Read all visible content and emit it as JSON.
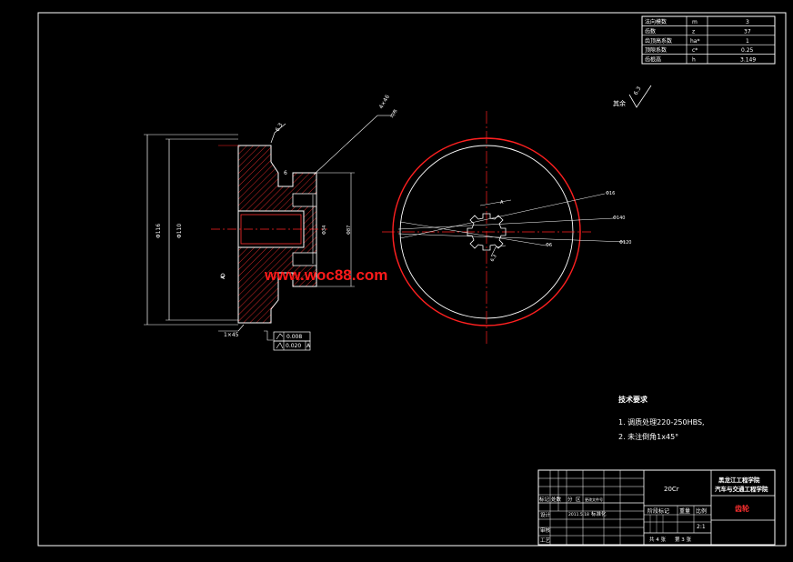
{
  "param_table": {
    "rows": [
      {
        "name": "法向模数",
        "symbol": "m",
        "value": "3"
      },
      {
        "name": "齿数",
        "symbol": "z",
        "value": "37"
      },
      {
        "name": "齿顶高系数",
        "symbol": "ha*",
        "value": "1"
      },
      {
        "name": "顶隙系数",
        "symbol": "c*",
        "value": "0.25"
      },
      {
        "name": "齿根高",
        "symbol": "h",
        "value": "3.149"
      }
    ]
  },
  "section_view": {
    "leader_callout": "4×46",
    "leader_callout_sub": "均布",
    "roughness_top": "6.3",
    "dim_outer": "Φ116",
    "dim_mid": "Φ110",
    "dim_bore": "Φ34",
    "dim_hub": "Φ87",
    "dim_small": "6",
    "chamfer": "1×45",
    "datum": "A",
    "tol_1": "0.008",
    "tol_2": "0.020",
    "tol_2_ref": "A"
  },
  "front_view": {
    "dim_1": "Φ16",
    "dim_2": "Φ140",
    "dim_3": "Φ6",
    "dim_4": "Φ120",
    "roughness_small": "6.3",
    "dim_a": "A"
  },
  "surface_note": {
    "label": "其余",
    "value": "6.3"
  },
  "watermark": "www.woc88.com",
  "tech_req": {
    "title": "技术要求",
    "items": [
      "1. 调质处理220-250HBS,",
      "2. 未注倒角1x45°"
    ]
  },
  "title_block": {
    "material": "20Cr",
    "school_1": "黑龙江工程学院",
    "school_2": "汽车与交通工程学院",
    "part_name": "齿轮",
    "col_labels": [
      "标记",
      "处数",
      "分",
      "区",
      "更改文件号"
    ],
    "designer_label": "设计",
    "designer_date": "2011.5.18",
    "designer_sign": "标准化",
    "stage_label": "阶段标记",
    "weight_label": "重量",
    "scale_label": "比例",
    "scale_value": "2:1",
    "review_label": "审核",
    "process_label": "工艺",
    "sheets": "共 4 张",
    "sheet_no": "第 3 张"
  }
}
